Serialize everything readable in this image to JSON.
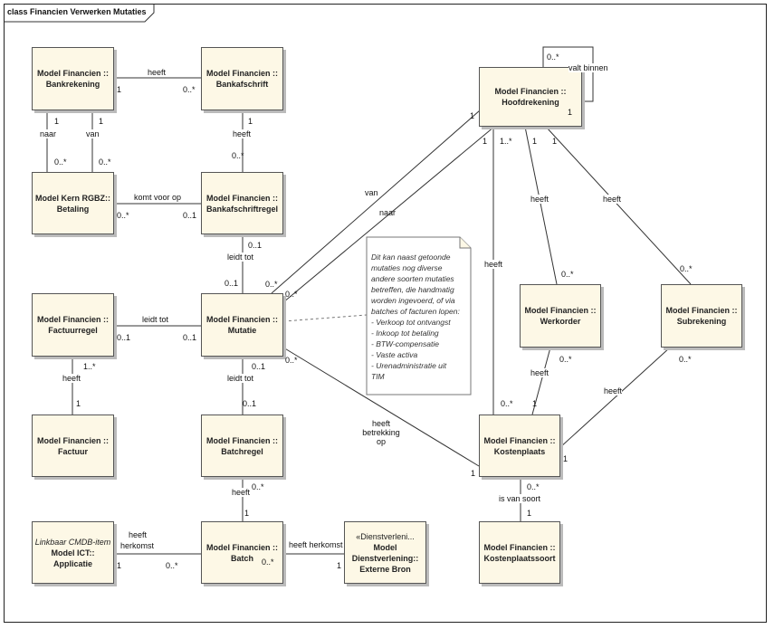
{
  "title": "class Financien Verwerken Mutaties",
  "boxes": {
    "bankrekening": [
      "Model Financien ::",
      "Bankrekening"
    ],
    "bankafschrift": [
      "Model Financien ::",
      "Bankafschrift"
    ],
    "betaling": [
      "Model Kern RGBZ::",
      "Betaling"
    ],
    "bankafschriftregel": [
      "Model Financien ::",
      "Bankafschriftregel"
    ],
    "factuurregel": [
      "Model Financien ::",
      "Factuurregel"
    ],
    "mutatie": [
      "Model Financien ::",
      "Mutatie"
    ],
    "factuur": [
      "Model Financien ::",
      "Factuur"
    ],
    "batchregel": [
      "Model Financien ::",
      "Batchregel"
    ],
    "applicatie": [
      "Linkbaar CMDB-item",
      "Model ICT::",
      "Applicatie"
    ],
    "batch": [
      "Model Financien ::",
      "Batch"
    ],
    "externe_bron": [
      "«Dienstverleni...",
      "Model",
      "Dienstverlening::",
      "Externe Bron"
    ],
    "hoofdrekening": [
      "Model Financien ::",
      "Hoofdrekening"
    ],
    "werkorder": [
      "Model Financien ::",
      "Werkorder"
    ],
    "subrekening": [
      "Model Financien ::",
      "Subrekening"
    ],
    "kostenplaats": [
      "Model Financien ::",
      "Kostenplaats"
    ],
    "kostenplaatssoort": [
      "Model Financien ::",
      "Kostenplaatssoort"
    ]
  },
  "labels": {
    "l_heeft_1": "heeft",
    "l_one_1": "1",
    "l_many_1": "0..*",
    "l_one_2": "1",
    "l_one_3": "1",
    "l_naar_1": "naar",
    "l_van_1": "van",
    "l_many_2": "0..*",
    "l_many_3": "0..*",
    "l_one_4": "1",
    "l_heeft_2": "heeft",
    "l_many_4": "0..*",
    "l_komt": "komt voor op",
    "l_many_5": "0..*",
    "l_one_5": "0..1",
    "l_r1": "0..1",
    "l_leidt_1": "leidt tot",
    "l_r2": "0..1",
    "l_leidt_2": "leidt tot",
    "l_r3": "0..1",
    "l_r4": "0..1",
    "l_heeft_3": "heeft",
    "l_one_6": "1..*",
    "l_one_7": "1",
    "l_leidt_3": "leidt tot",
    "l_r5": "0..1",
    "l_r6": "0..1",
    "l_heeft_4": "heeft",
    "l_many_6": "0..*",
    "l_one_8": "1",
    "l_heeft_5": "heeft",
    "l_herkomst": "herkomst",
    "l_one_9": "1",
    "l_many_7": "0..*",
    "l_many_8": "0..*",
    "l_heeft_herkomst": "heeft herkomst",
    "l_one_10": "1",
    "l_many_9": "0..*",
    "l_valt": "valt binnen",
    "l_one_11": "1",
    "l_one_12": "1",
    "l_one_13": "1",
    "l_many_10": "1..*",
    "l_one_14": "1",
    "l_one_15": "1",
    "l_van_2": "van",
    "l_naar_2": "naar",
    "l_many_11": "0..*",
    "l_many_12": "0..*",
    "l_heeft_6": "heeft",
    "l_heeft_7": "heeft",
    "l_heeft_8": "heeft",
    "l_many_13": "0..*",
    "l_many_14": "0..*",
    "l_heeft_9": "heeft",
    "l_many_15": "0..*",
    "l_one_16": "1",
    "l_many_16": "0..*",
    "l_heeft_10": "heeft",
    "l_many_17": "0..*",
    "l_heeft_betr": [
      "heeft",
      "betrekking",
      "op"
    ],
    "l_one_17": "1",
    "l_one_18": "1",
    "l_many_18": "0..*",
    "l_soort": "is van soort",
    "l_one_19": "1"
  },
  "note": [
    "Dit kan naast getoonde",
    "mutaties nog diverse",
    "andere soorten mutaties",
    "betreffen, die handmatig",
    "worden ingevoerd, of via",
    "batches of facturen lopen:",
    "- Verkoop tot ontvangst",
    "- Inkoop tot betaling",
    "- BTW-compensatie",
    "- Vaste activa",
    "- Urenadministratie uit",
    "TIM"
  ]
}
